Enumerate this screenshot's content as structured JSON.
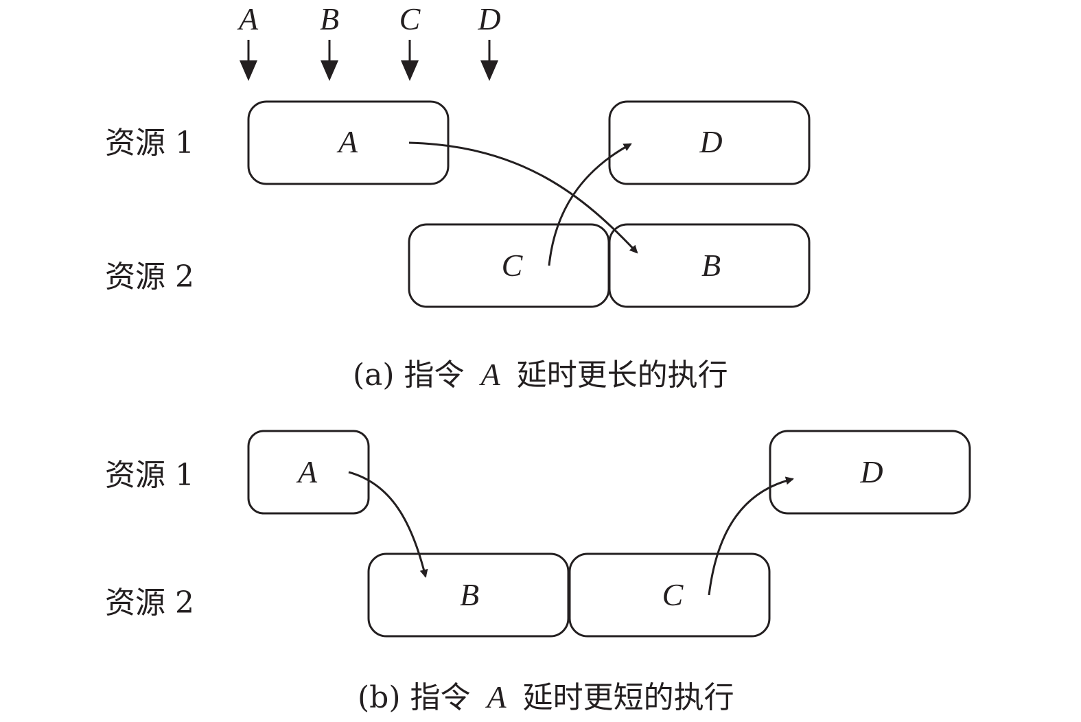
{
  "issue_order": [
    "A",
    "B",
    "C",
    "D"
  ],
  "resource_labels": [
    "资源 1",
    "资源 2"
  ],
  "diagram_a": {
    "caption_prefix": "(a)  指令",
    "caption_var": "A",
    "caption_suffix": "延时更长的执行",
    "resource1": [
      "A",
      "D"
    ],
    "resource2": [
      "C",
      "B"
    ]
  },
  "diagram_b": {
    "caption_prefix": "(b)  指令",
    "caption_var": "A",
    "caption_suffix": "延时更短的执行",
    "resource1": [
      "A",
      "D"
    ],
    "resource2": [
      "B",
      "C"
    ]
  }
}
